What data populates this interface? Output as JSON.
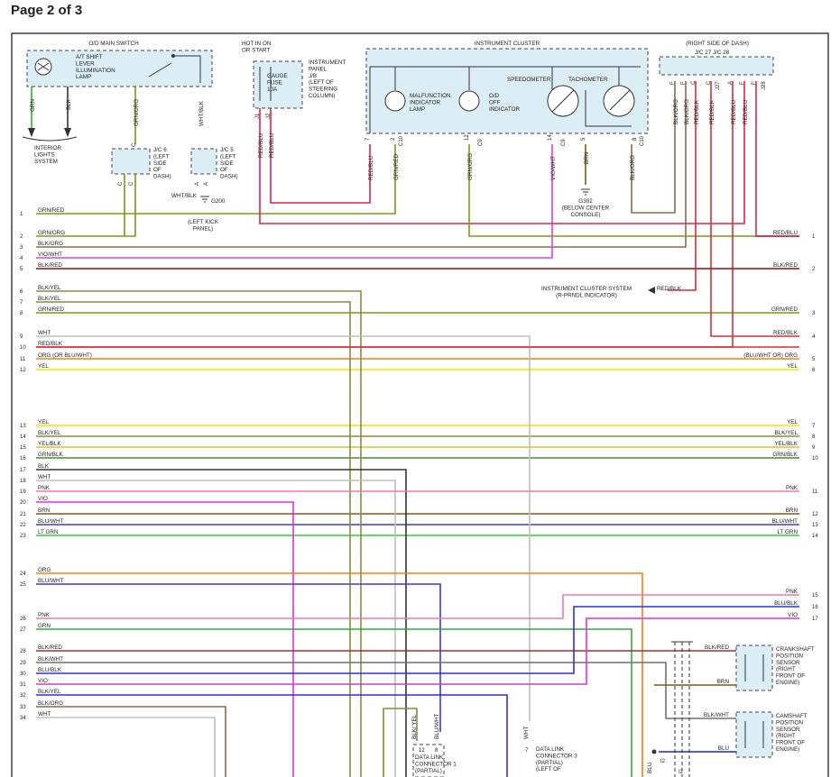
{
  "header": {
    "page_label": "Page 2 of 3"
  },
  "colors": {
    "GRN/RED": "#7a9a16",
    "GRN/ORG": "#7a9a16",
    "BLK/ORG": "#8a6a4a",
    "VIO/WHT": "#e040e0",
    "BLK/RED": "#a03030",
    "BLK/YEL": "#8a8a40",
    "GRN": "#3aa83a",
    "WHT": "#c0c0c0",
    "RED/BLK": "#d0303a",
    "ORG": "#f08010",
    "YEL": "#e8e800",
    "BLK/BLK": "#8a8a30",
    "YEL/BLK": "#d8c030",
    "GRN/BLK": "#4a8a3a",
    "BLK": "#333333",
    "PNK": "#ef7aa8",
    "VIO": "#e030d8",
    "BRN": "#7a5a20",
    "BLU/WHT": "#3a3ad8",
    "LT GRN": "#30d030",
    "BLK/WHT": "#707070",
    "BLU/BLK": "#3030d0",
    "RED/BLU": "#d02850",
    "VIO/BLU": "#a030e0",
    "BLU": "#2020e0",
    "component_fill": "#dbeef5"
  },
  "components": {
    "od_main_switch": "O/D MAIN SWITCH",
    "at_shift_lamp": [
      "A/T SHIFT",
      "LEVER",
      "ILLUMINATION",
      "LAMP"
    ],
    "interior_lights": [
      "INTERIOR",
      "LIGHTS",
      "SYSTEM"
    ],
    "hot_in_on": [
      "HOT IN ON",
      "OR START"
    ],
    "gauge_fuse": [
      "GAUGE",
      "FUSE",
      "10A"
    ],
    "ip_jb": [
      "INSTRUMENT",
      "PANEL",
      "J/B",
      "(LEFT OF",
      "STEERING",
      "COLUMN)"
    ],
    "instrument_cluster": "INSTRUMENT CLUSTER",
    "malfunction_lamp": [
      "MALFUNCTION",
      "INDICATOR",
      "LAMP"
    ],
    "od_off": [
      "O/D",
      "OFF",
      "INDICATOR"
    ],
    "speedometer": "SPEEDOMETER",
    "tachometer": "TACHOMETER",
    "right_side_dash": "(RIGHT SIDE OF DASH)",
    "jc27_28": "J/C 27   J/C 28",
    "jc6": [
      "J/C 6",
      "(LEFT",
      "SIDE",
      "OF",
      "DASH)"
    ],
    "jc5": [
      "J/C 5",
      "(LEFT",
      "SIDE",
      "OF",
      "DASH)"
    ],
    "g200": "G200",
    "g200_wire": "WHT/BLK",
    "left_kick": [
      "(LEFT KICK",
      "PANEL)"
    ],
    "g302": [
      "G302",
      "(BELOW CENTER",
      "CONSOLE)"
    ],
    "ic_system": [
      "INSTRUMENT CLUSTER SYSTEM",
      "(R-PRNDL INDICATOR)"
    ],
    "ic_system_wire": "RED/BLK",
    "crankshaft": [
      "CRANKSHAFT",
      "POSITION",
      "SENSOR",
      "(RIGHT",
      "FRONT OF",
      "ENGINE)"
    ],
    "camshaft": [
      "CAMSHAFT",
      "POSITION",
      "SENSOR",
      "(RIGHT",
      "FRONT OF",
      "ENGINE)"
    ],
    "dlc1": [
      "DATA LINK",
      "CONNECTOR 1",
      "(PARTIAL)"
    ],
    "dlc3": [
      "DATA LINK",
      "CONNECTOR 3",
      "(PARTIAL)",
      "(LEFT OF"
    ]
  },
  "vertical_labels": {
    "grn": "GRN",
    "blk": "BLK",
    "grn_org": "GRN/ORG",
    "wht_blk": "WHT/BLK",
    "red_blu_1": "RED/BLU",
    "red_blu_2": "RED/BLU",
    "red_blu_cl": "RED/BLU",
    "grn_red_cl": "GRN/RED",
    "grn_org_cl": "GRN/ORG",
    "vio_wht": "VIO/WHT",
    "brn": "BRN",
    "blk_org": "BLK/ORG",
    "r_blk_org": "BLK/ORG",
    "r_blk_org2": "BLK/ORG",
    "r_red_blk": "RED/BLK",
    "r_red_blk2": "RED/BLK",
    "r_red_blu": "RED/BLU",
    "r_red_blu2": "RED/BLU",
    "blk_yel": "BLK/ YEL",
    "blu_wht": "BLU/WHT",
    "wht": "WHT",
    "blu": "BLU"
  },
  "pin_labels": {
    "jc6_a": "C",
    "jc6_b": "C",
    "jc6_top": "C",
    "jc5_a": "A",
    "jc5_b": "A",
    "ip_j1": "J1",
    "ip_j2": "J2",
    "c10a": "C10",
    "c10b": "C10",
    "c9a": "C9",
    "c9b": "C9",
    "p7": "7",
    "p2": "2",
    "p12": "12",
    "p14": "14",
    "p5": "5",
    "p8": "8",
    "dlc1_12": "12",
    "dlc1_8": "8",
    "dlc3_7": "7",
    "i2a": "I2",
    "i2b": "I2",
    "jcF1": "F",
    "jcF2": "F",
    "jcC1": "C",
    "jcC2": "C",
    "jcA": "A",
    "jcF3": "F",
    "jcF4": "F",
    "j27": "J27",
    "j28": "J28"
  },
  "left_wires": [
    {
      "n": "1",
      "label": "GRN/RED",
      "color": "GRN/RED"
    },
    {
      "n": "2",
      "label": "GRN/ORG",
      "color": "GRN/ORG"
    },
    {
      "n": "3",
      "label": "BLK/ORG",
      "color": "BLK/ORG"
    },
    {
      "n": "4",
      "label": "VIO/WHT",
      "color": "VIO/WHT"
    },
    {
      "n": "5",
      "label": "BLK/RED",
      "color": "BLK/RED"
    },
    {
      "n": "6",
      "label": "BLK/YEL",
      "color": "BLK/YEL"
    },
    {
      "n": "7",
      "label": "BLK/YEL",
      "color": "BLK/YEL"
    },
    {
      "n": "8",
      "label": "GRN/RED",
      "color": "GRN/RED"
    },
    {
      "n": "9",
      "label": "WHT",
      "color": "WHT"
    },
    {
      "n": "10",
      "label": "RED/BLK",
      "color": "RED/BLK"
    },
    {
      "n": "11",
      "label": "ORG (OR BLU/WHT)",
      "color": "ORG"
    },
    {
      "n": "12",
      "label": "YEL",
      "color": "YEL"
    },
    {
      "n": "13",
      "label": "YEL",
      "color": "YEL"
    },
    {
      "n": "14",
      "label": "BLK/YEL",
      "color": "BLK/YEL"
    },
    {
      "n": "15",
      "label": "YEL/BLK",
      "color": "YEL/BLK"
    },
    {
      "n": "16",
      "label": "GRN/BLK",
      "color": "GRN/BLK"
    },
    {
      "n": "17",
      "label": "BLK",
      "color": "BLK"
    },
    {
      "n": "18",
      "label": "WHT",
      "color": "WHT"
    },
    {
      "n": "19",
      "label": "PNK",
      "color": "PNK"
    },
    {
      "n": "20",
      "label": "VIO",
      "color": "VIO"
    },
    {
      "n": "21",
      "label": "BRN",
      "color": "BRN"
    },
    {
      "n": "22",
      "label": "BLU/WHT",
      "color": "BLU/WHT"
    },
    {
      "n": "23",
      "label": "LT GRN",
      "color": "LT GRN"
    },
    {
      "n": "24",
      "label": "ORG",
      "color": "ORG"
    },
    {
      "n": "25",
      "label": "BLU/WHT",
      "color": "BLU/WHT"
    },
    {
      "n": "26",
      "label": "PNK",
      "color": "PNK"
    },
    {
      "n": "27",
      "label": "GRN",
      "color": "GRN"
    },
    {
      "n": "28",
      "label": "BLK/RED",
      "color": "BLK/RED"
    },
    {
      "n": "29",
      "label": "BLK/WHT",
      "color": "BLK/WHT"
    },
    {
      "n": "30",
      "label": "BLU/BLK",
      "color": "BLU/BLK"
    },
    {
      "n": "31",
      "label": "VIO",
      "color": "VIO"
    },
    {
      "n": "32",
      "label": "BLK/YEL",
      "color": "BLK/YEL"
    },
    {
      "n": "33",
      "label": "BLK/ORG",
      "color": "BLK/ORG"
    },
    {
      "n": "34",
      "label": "WHT",
      "color": "WHT"
    }
  ],
  "right_wires": [
    {
      "n": "1",
      "label": "RED/BLU",
      "color": "RED/BLU"
    },
    {
      "n": "2",
      "label": "BLK/RED",
      "color": "BLK/RED"
    },
    {
      "n": "3",
      "label": "GRN/RED",
      "color": "GRN/RED"
    },
    {
      "n": "4",
      "label": "RED/BLK",
      "color": "RED/BLK"
    },
    {
      "n": "5",
      "label": "(BLU/WHT OR) ORG",
      "color": "ORG"
    },
    {
      "n": "6",
      "label": "YEL",
      "color": "YEL"
    },
    {
      "n": "7",
      "label": "YEL",
      "color": "YEL"
    },
    {
      "n": "8",
      "label": "BLK/YEL",
      "color": "BLK/YEL"
    },
    {
      "n": "9",
      "label": "YEL/BLK",
      "color": "YEL/BLK"
    },
    {
      "n": "10",
      "label": "GRN/BLK",
      "color": "GRN/BLK"
    },
    {
      "n": "11",
      "label": "PNK",
      "color": "PNK"
    },
    {
      "n": "12",
      "label": "BRN",
      "color": "BRN"
    },
    {
      "n": "13",
      "label": "BLU/WHT",
      "color": "BLU/WHT"
    },
    {
      "n": "14",
      "label": "LT GRN",
      "color": "LT GRN"
    },
    {
      "n": "15",
      "label": "PNK",
      "color": "PNK"
    },
    {
      "n": "16",
      "label": "BLU/BLK",
      "color": "BLU/BLK"
    },
    {
      "n": "17",
      "label": "VIO",
      "color": "VIO"
    }
  ],
  "sensor_wires": {
    "crank_a": "BLK/RED",
    "crank_b": "BRN",
    "cam_a": "BLK/WHT",
    "cam_b": "BLU"
  }
}
